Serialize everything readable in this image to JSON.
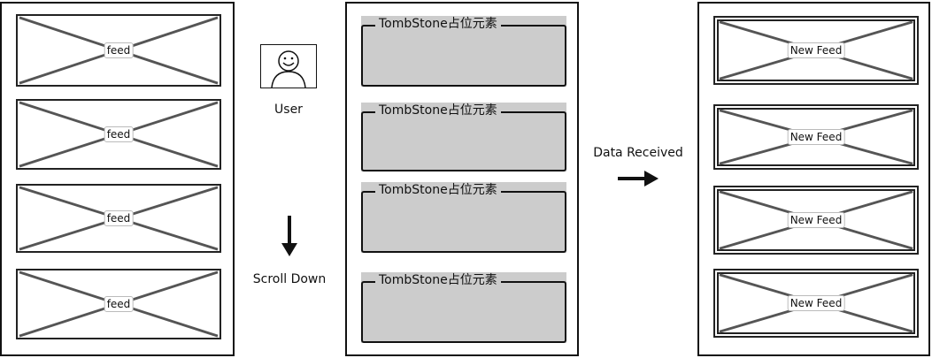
{
  "left_panel": {
    "feeds": [
      {
        "label": "feed"
      },
      {
        "label": "feed"
      },
      {
        "label": "feed"
      },
      {
        "label": "feed"
      }
    ]
  },
  "user": {
    "label": "User",
    "icon": "smiley-user-icon"
  },
  "scroll": {
    "label": "Scroll Down",
    "icon": "arrow-down-icon"
  },
  "middle_panel": {
    "placeholders": [
      {
        "label": "TombStone占位元素"
      },
      {
        "label": "TombStone占位元素"
      },
      {
        "label": "TombStone占位元素"
      },
      {
        "label": "TombStone占位元素"
      }
    ]
  },
  "transition": {
    "label": "Data Received",
    "icon": "arrow-right-icon"
  },
  "right_panel": {
    "feeds": [
      {
        "label": "New Feed"
      },
      {
        "label": "New Feed"
      },
      {
        "label": "New Feed"
      },
      {
        "label": "New Feed"
      }
    ]
  }
}
